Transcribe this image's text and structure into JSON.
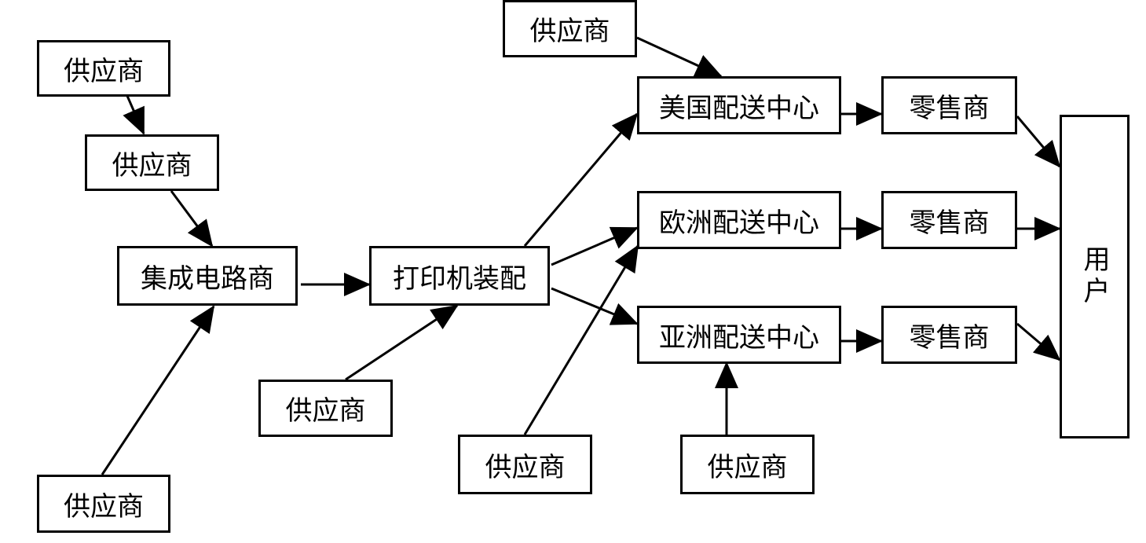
{
  "nodes": {
    "supplier_top_left": "供应商",
    "supplier_left_2": "供应商",
    "supplier_bottom_left": "供应商",
    "ic_maker": "集成电路商",
    "printer_assembly": "打印机装配",
    "supplier_mid_bottom": "供应商",
    "supplier_top_center": "供应商",
    "supplier_bottom_center": "供应商",
    "supplier_bottom_right": "供应商",
    "us_center": "美国配送中心",
    "eu_center": "欧洲配送中心",
    "asia_center": "亚洲配送中心",
    "retailer_us": "零售商",
    "retailer_eu": "零售商",
    "retailer_asia": "零售商",
    "user": "用户"
  },
  "edges": [
    {
      "from": "supplier_top_left",
      "to": "supplier_left_2"
    },
    {
      "from": "supplier_left_2",
      "to": "ic_maker"
    },
    {
      "from": "supplier_bottom_left",
      "to": "ic_maker"
    },
    {
      "from": "ic_maker",
      "to": "printer_assembly"
    },
    {
      "from": "supplier_mid_bottom",
      "to": "printer_assembly"
    },
    {
      "from": "printer_assembly",
      "to": "us_center"
    },
    {
      "from": "printer_assembly",
      "to": "eu_center"
    },
    {
      "from": "printer_assembly",
      "to": "asia_center"
    },
    {
      "from": "supplier_top_center",
      "to": "us_center"
    },
    {
      "from": "supplier_bottom_center",
      "to": "eu_center"
    },
    {
      "from": "supplier_bottom_right",
      "to": "asia_center"
    },
    {
      "from": "us_center",
      "to": "retailer_us"
    },
    {
      "from": "eu_center",
      "to": "retailer_eu"
    },
    {
      "from": "asia_center",
      "to": "retailer_asia"
    },
    {
      "from": "retailer_us",
      "to": "user"
    },
    {
      "from": "retailer_eu",
      "to": "user"
    },
    {
      "from": "retailer_asia",
      "to": "user"
    }
  ]
}
